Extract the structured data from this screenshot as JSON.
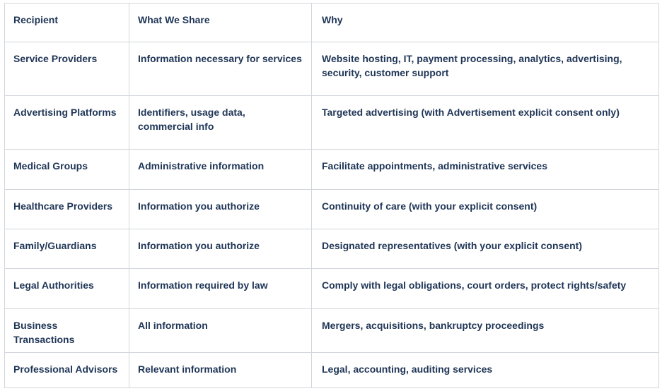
{
  "page": {
    "background_color": "#ffffff"
  },
  "table": {
    "title_semantic": "data-sharing-disclosure-table",
    "text_color": "#203657",
    "border_color": "#d2d6dc",
    "columns": [
      "Recipient",
      "What We Share",
      "Why"
    ],
    "rows": [
      {
        "recipient": "Service Providers",
        "share": "Information necessary for services",
        "why": "Website hosting, IT, payment processing, analytics, advertising,\nsecurity, customer support"
      },
      {
        "recipient": "Advertising Platforms",
        "share": "Identifiers, usage data,\ncommercial info",
        "why": "Targeted advertising (with Advertisement explicit consent only)"
      },
      {
        "recipient": "Medical Groups",
        "share": "Administrative information",
        "why": "Facilitate appointments, administrative services"
      },
      {
        "recipient": "Healthcare Providers",
        "share": "Information you authorize",
        "why": "Continuity of care (with your explicit consent)"
      },
      {
        "recipient": "Family/Guardians",
        "share": "Information you authorize",
        "why": "Designated representatives (with your explicit consent)"
      },
      {
        "recipient": "Legal Authorities",
        "share": "Information required by law",
        "why": "Comply with legal obligations, court orders, protect rights/safety"
      },
      {
        "recipient": "Business Transactions",
        "share": "All information",
        "why": "Mergers, acquisitions, bankruptcy proceedings"
      },
      {
        "recipient": "Professional Advisors",
        "share": "Relevant information",
        "why": "Legal, accounting, auditing services"
      }
    ]
  }
}
